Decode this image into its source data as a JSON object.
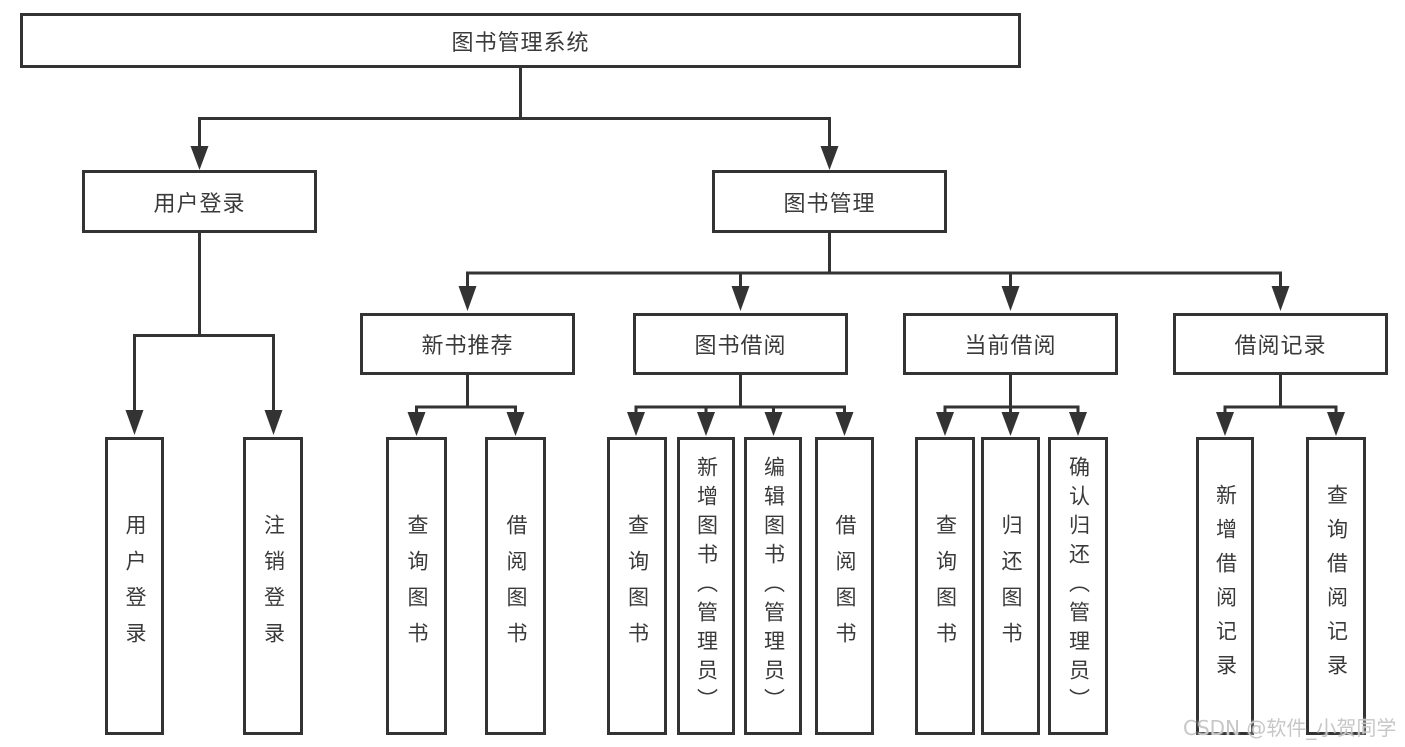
{
  "tree": {
    "root": {
      "label": "图书管理系统"
    },
    "children": [
      {
        "label": "用户登录",
        "children": [
          {
            "label": "用户登录"
          },
          {
            "label": "注销登录"
          }
        ]
      },
      {
        "label": "图书管理",
        "children": [
          {
            "label": "新书推荐",
            "children": [
              {
                "label": "查询图书"
              },
              {
                "label": "借阅图书"
              }
            ]
          },
          {
            "label": "图书借阅",
            "children": [
              {
                "label": "查询图书"
              },
              {
                "label": "新增图书（管理员）"
              },
              {
                "label": "编辑图书（管理员）"
              },
              {
                "label": "借阅图书"
              }
            ]
          },
          {
            "label": "当前借阅",
            "children": [
              {
                "label": "查询图书"
              },
              {
                "label": "归还图书"
              },
              {
                "label": "确认归还（管理员）"
              }
            ]
          },
          {
            "label": "借阅记录",
            "children": [
              {
                "label": "新增借阅记录"
              },
              {
                "label": "查询借阅记录"
              }
            ]
          }
        ]
      }
    ]
  },
  "watermark": {
    "text": "CSDN @软件_小贺同学"
  },
  "colors": {
    "line": "#333333",
    "box_border": "#333333",
    "text": "#3a3a3a",
    "background": "#ffffff",
    "watermark": "#c7c7c7"
  }
}
